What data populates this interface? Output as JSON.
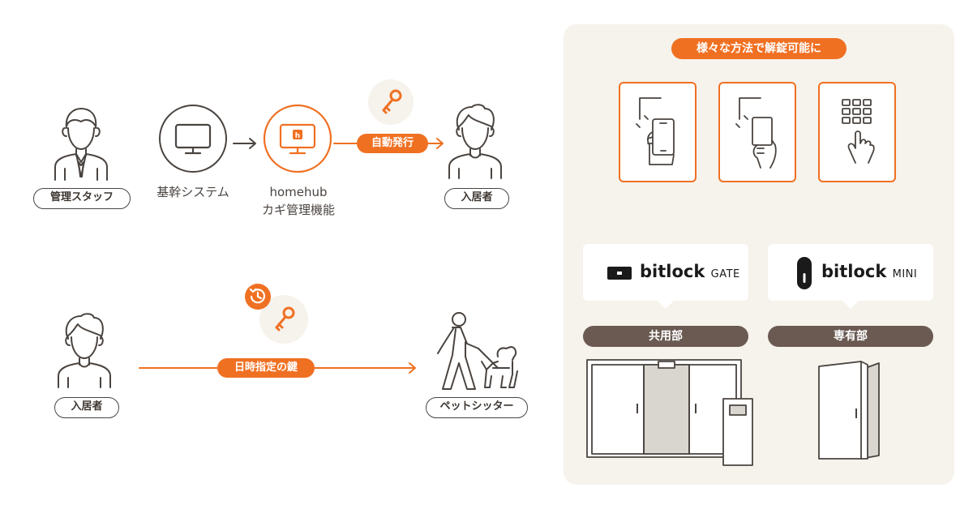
{
  "flow1": {
    "staff_label": "管理スタッフ",
    "system_label": "基幹システム",
    "homehub_line1": "homehub",
    "homehub_line2": "カギ管理機能",
    "auto_issue_label": "自動発行",
    "resident_label": "入居者"
  },
  "flow2": {
    "resident_label": "入居者",
    "timed_key_label": "日時指定の鍵",
    "pet_sitter_label": "ペットシッター"
  },
  "panel": {
    "header_label": "様々な方法で解錠可能に",
    "methods": [
      "smartphone-unlock",
      "card-unlock",
      "keypad-unlock"
    ],
    "gate_brand": "bitlock",
    "gate_model": "GATE",
    "mini_brand": "bitlock",
    "mini_model": "MINI",
    "shared_area_label": "共用部",
    "private_area_label": "専有部"
  },
  "colors": {
    "accent": "#f07022",
    "brown": "#6a5a52",
    "panel_bg": "#f6f2ec",
    "line_dark": "#4a4440"
  }
}
